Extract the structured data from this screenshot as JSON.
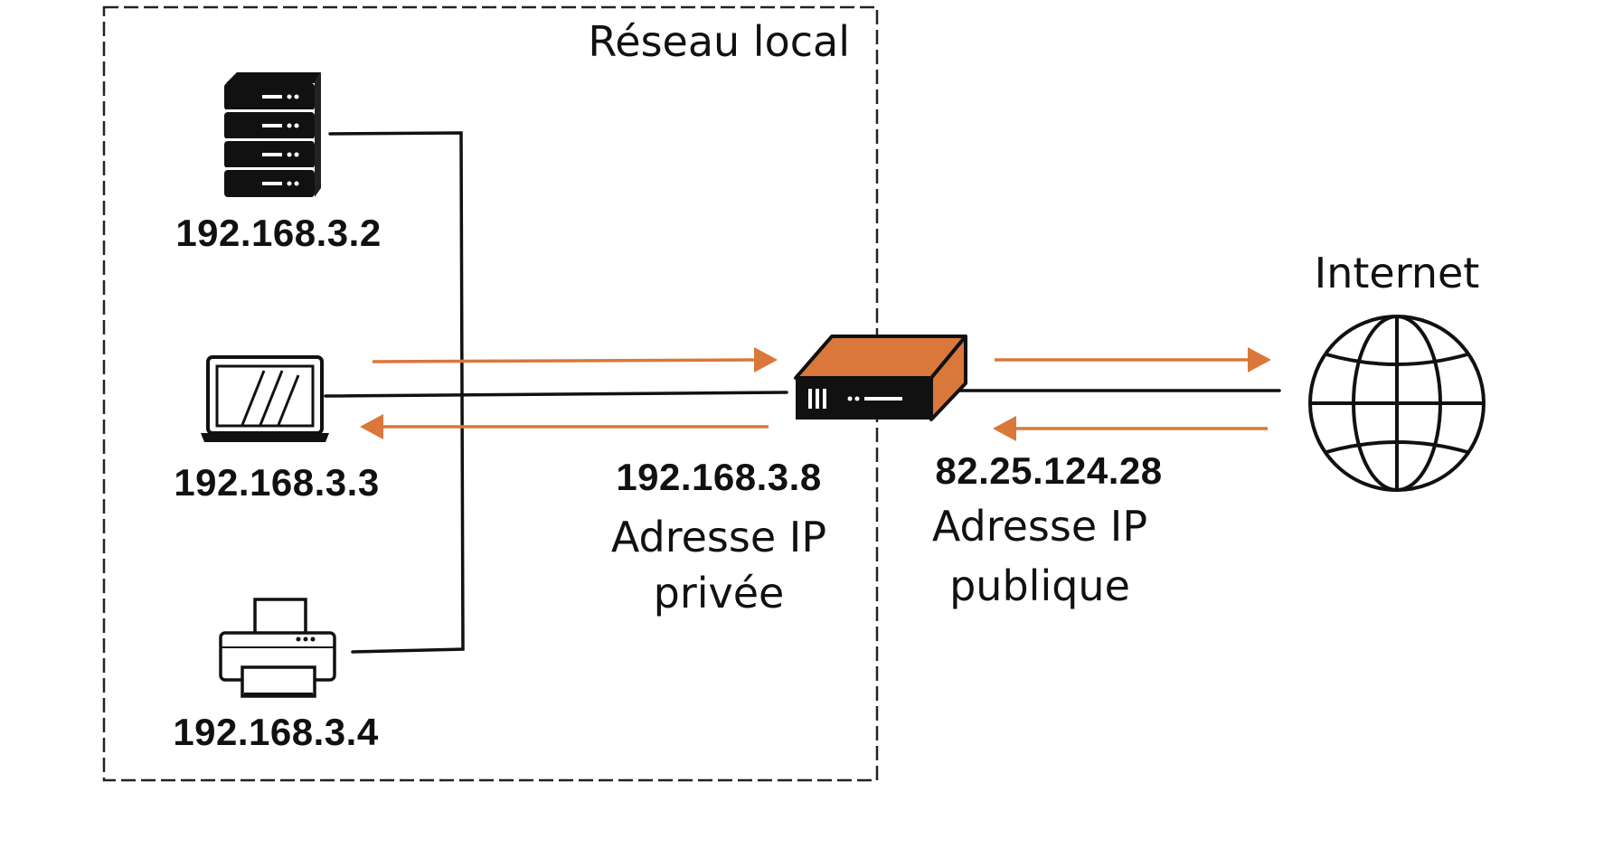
{
  "diagram": {
    "lan_label": "Réseau local",
    "internet_label": "Internet",
    "devices": {
      "server": {
        "ip": "192.168.3.2",
        "icon": "server-icon"
      },
      "laptop": {
        "ip": "192.168.3.3",
        "icon": "laptop-icon"
      },
      "printer": {
        "ip": "192.168.3.4",
        "icon": "printer-icon"
      }
    },
    "router": {
      "icon": "router-icon",
      "private_ip": "192.168.3.8",
      "private_label_line1": "Adresse IP",
      "private_label_line2": "privée",
      "public_ip": "82.25.124.28",
      "public_label_line1": "Adresse IP",
      "public_label_line2": "publique"
    },
    "globe_icon": "globe-icon"
  },
  "colors": {
    "accent": "#d9783a",
    "stroke": "#111111",
    "background": "#ffffff"
  }
}
